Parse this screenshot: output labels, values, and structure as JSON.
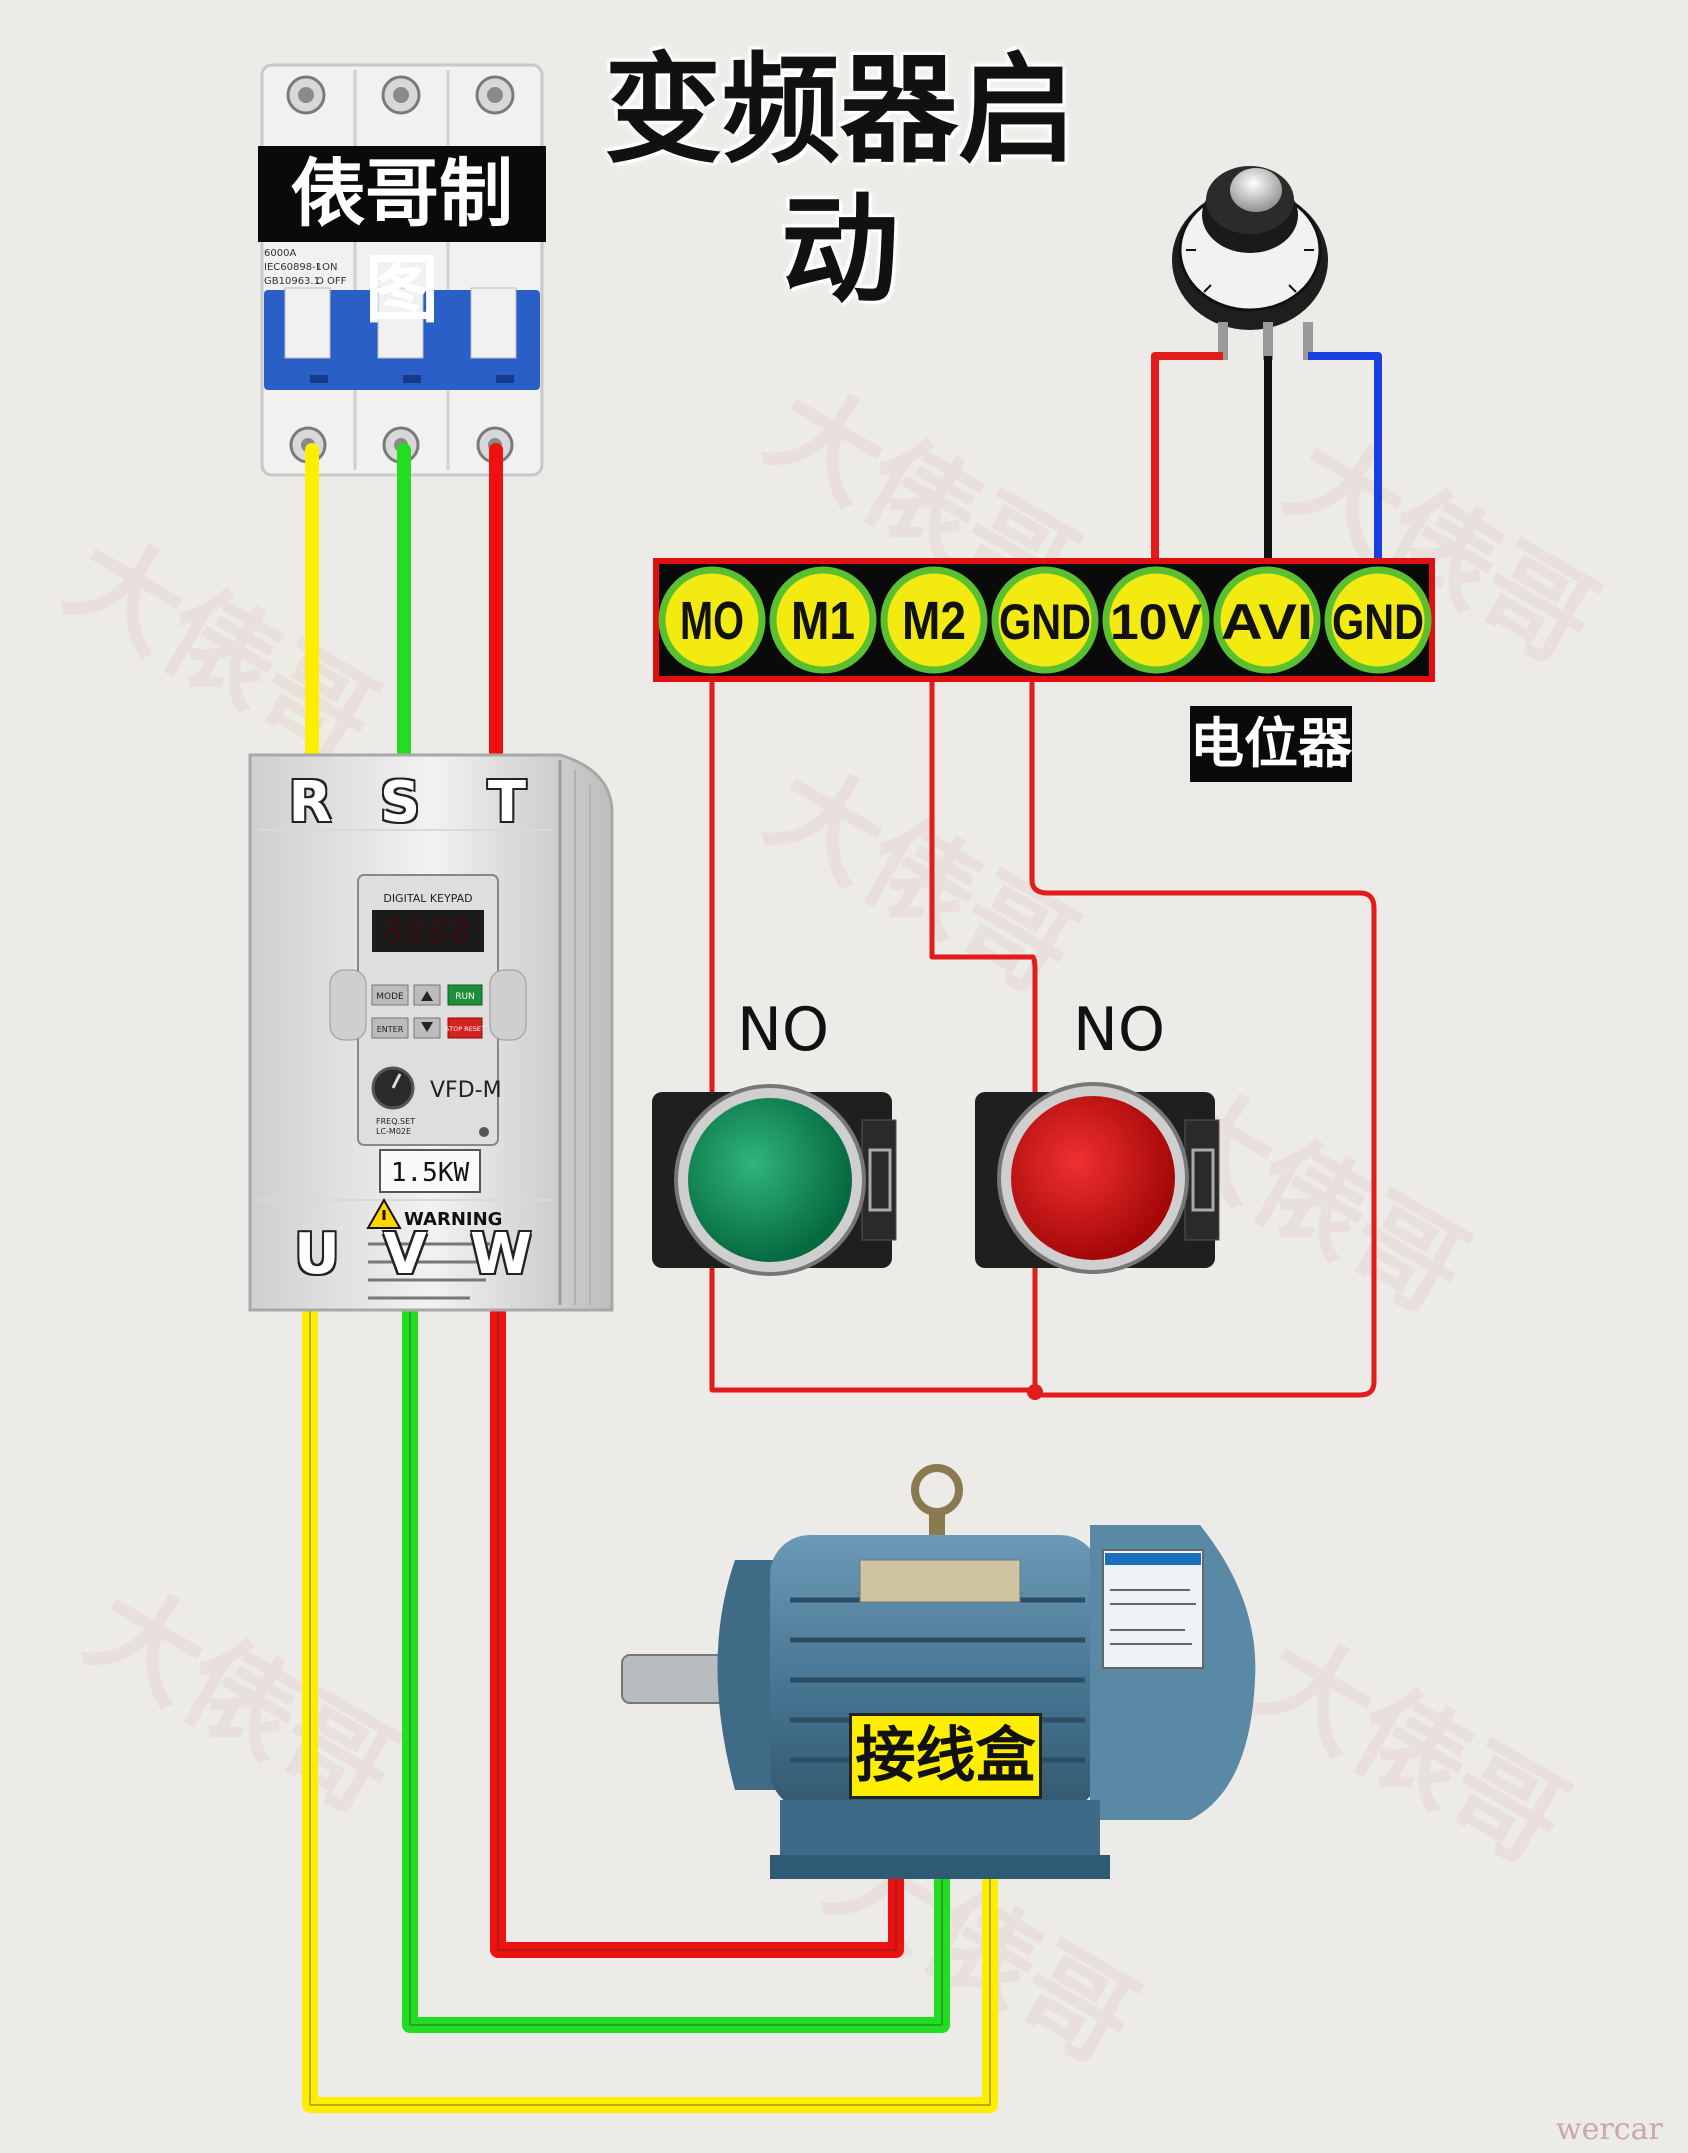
{
  "title": "变频器启动",
  "credit": "俵哥制图",
  "terminal_strip": {
    "terminals": [
      "MO",
      "M1",
      "M2",
      "GND",
      "10V",
      "AVI",
      "GND"
    ]
  },
  "potentiometer_label": "电位器",
  "vfd": {
    "input_phases": [
      "R",
      "S",
      "T"
    ],
    "output_phases": [
      "U",
      "V",
      "W"
    ],
    "keypad_title": "DIGITAL KEYPAD",
    "display": "8888",
    "buttons": [
      "MODE",
      "RUN",
      "ENTER",
      "STOP RESET"
    ],
    "model": "VFD-M",
    "freq_label": "FREQ.SET",
    "part_no": "LC-M02E",
    "power_rating": "1.5KW",
    "warning_title": "WARNING"
  },
  "breaker": {
    "spec_lines": [
      "6000A",
      "IEC60898-1",
      "GB10963.1"
    ],
    "on_off": [
      "I ON",
      "O OFF"
    ]
  },
  "buttons": [
    {
      "label": "NO",
      "color": "#0f8a5a"
    },
    {
      "label": "NO",
      "color": "#d11414"
    }
  ],
  "junction_box_label": "接线盒",
  "watermark": "大俵哥",
  "corner_mark": "wercar",
  "colors": {
    "phase_yellow": "#ffee00",
    "phase_green": "#22dd22",
    "phase_red": "#ee1111",
    "control_wire": "#e31b1b",
    "blue_wire": "#1840e0",
    "strip_border": "#e01010",
    "terminal_fill": "#f2ea10",
    "terminal_ring": "#5ac030",
    "motor_body": "#4f7f9c",
    "breaker_blue": "#2a5fc8"
  },
  "icons": [
    "screw-icon",
    "potentiometer-knob-icon",
    "warning-triangle-icon",
    "eye-bolt-icon"
  ]
}
